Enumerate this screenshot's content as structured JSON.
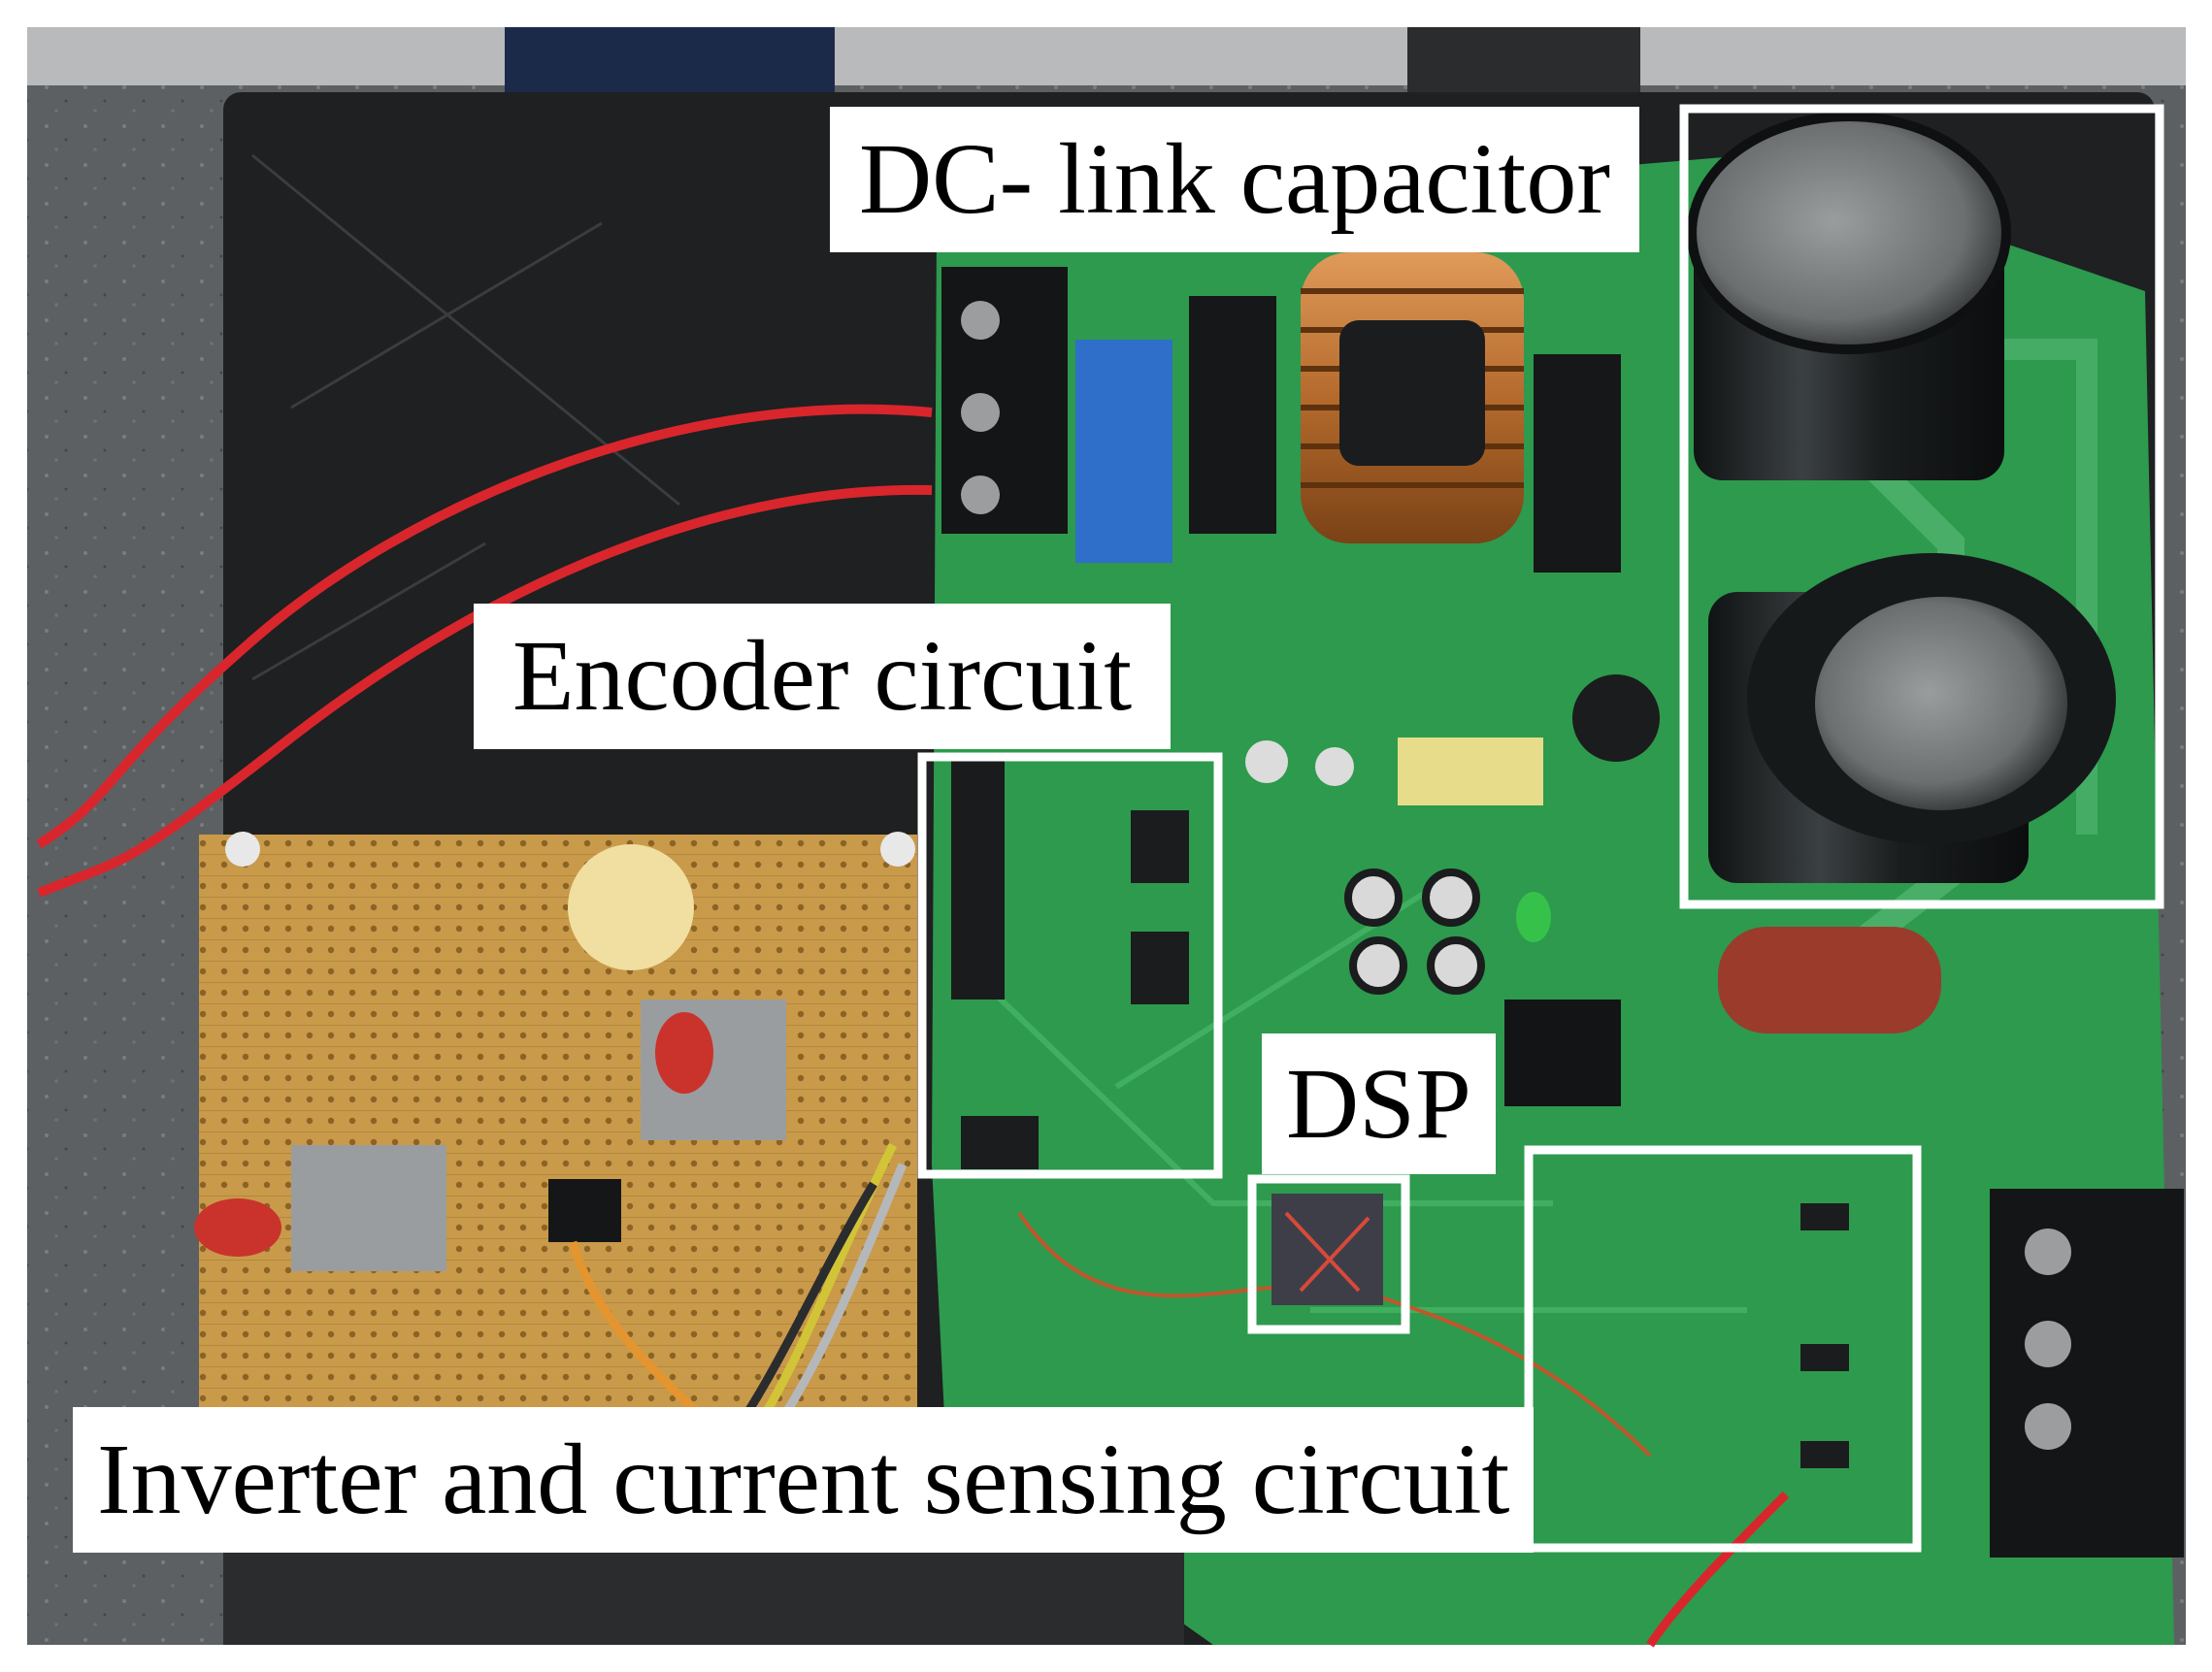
{
  "labels": {
    "dc_link": "DC- link capacitor",
    "encoder": "Encoder circuit",
    "dsp": "DSP",
    "inverter": "Inverter and current sensing circuit"
  },
  "colors": {
    "pcb_green": "#2d9a4e",
    "perfboard": "#c99a4a",
    "wire_red": "#d8262c",
    "box_outline": "#ffffff",
    "label_background": "#ffffff",
    "label_text": "#000000"
  }
}
